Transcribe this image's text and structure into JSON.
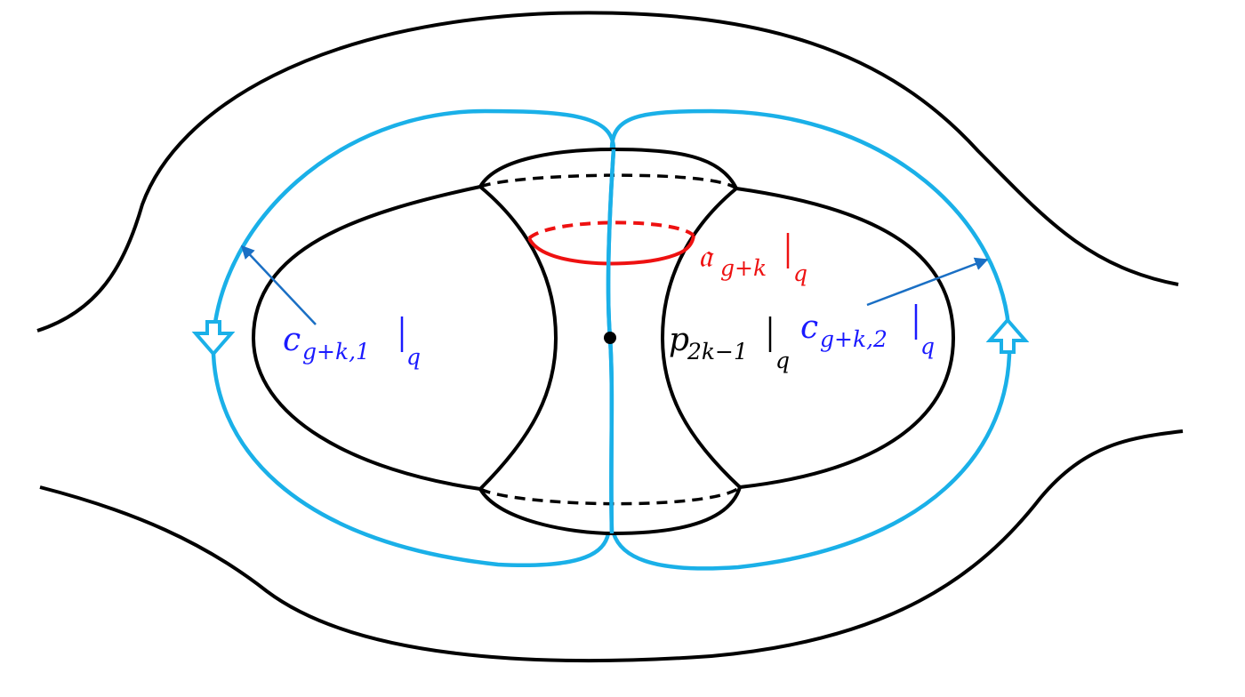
{
  "labels": {
    "a_curve": {
      "base": "𝔞",
      "sub": "g+k",
      "restrict": "q"
    },
    "c1": {
      "base": "c",
      "sub": "g+k,1",
      "restrict": "q"
    },
    "c2": {
      "base": "c",
      "sub": "g+k,2",
      "restrict": "q"
    },
    "point": {
      "base": "p",
      "sub": "2k−1",
      "restrict": "q"
    }
  },
  "colors": {
    "surface": "#000000",
    "curve_c": "#1ab0e8",
    "curve_a": "#ee1111",
    "label_blue": "#1a1aff",
    "label_red": "#ee1111",
    "pointer": "#1a6fc4"
  },
  "icons": [
    "down-arrow-icon",
    "up-arrow-icon"
  ]
}
